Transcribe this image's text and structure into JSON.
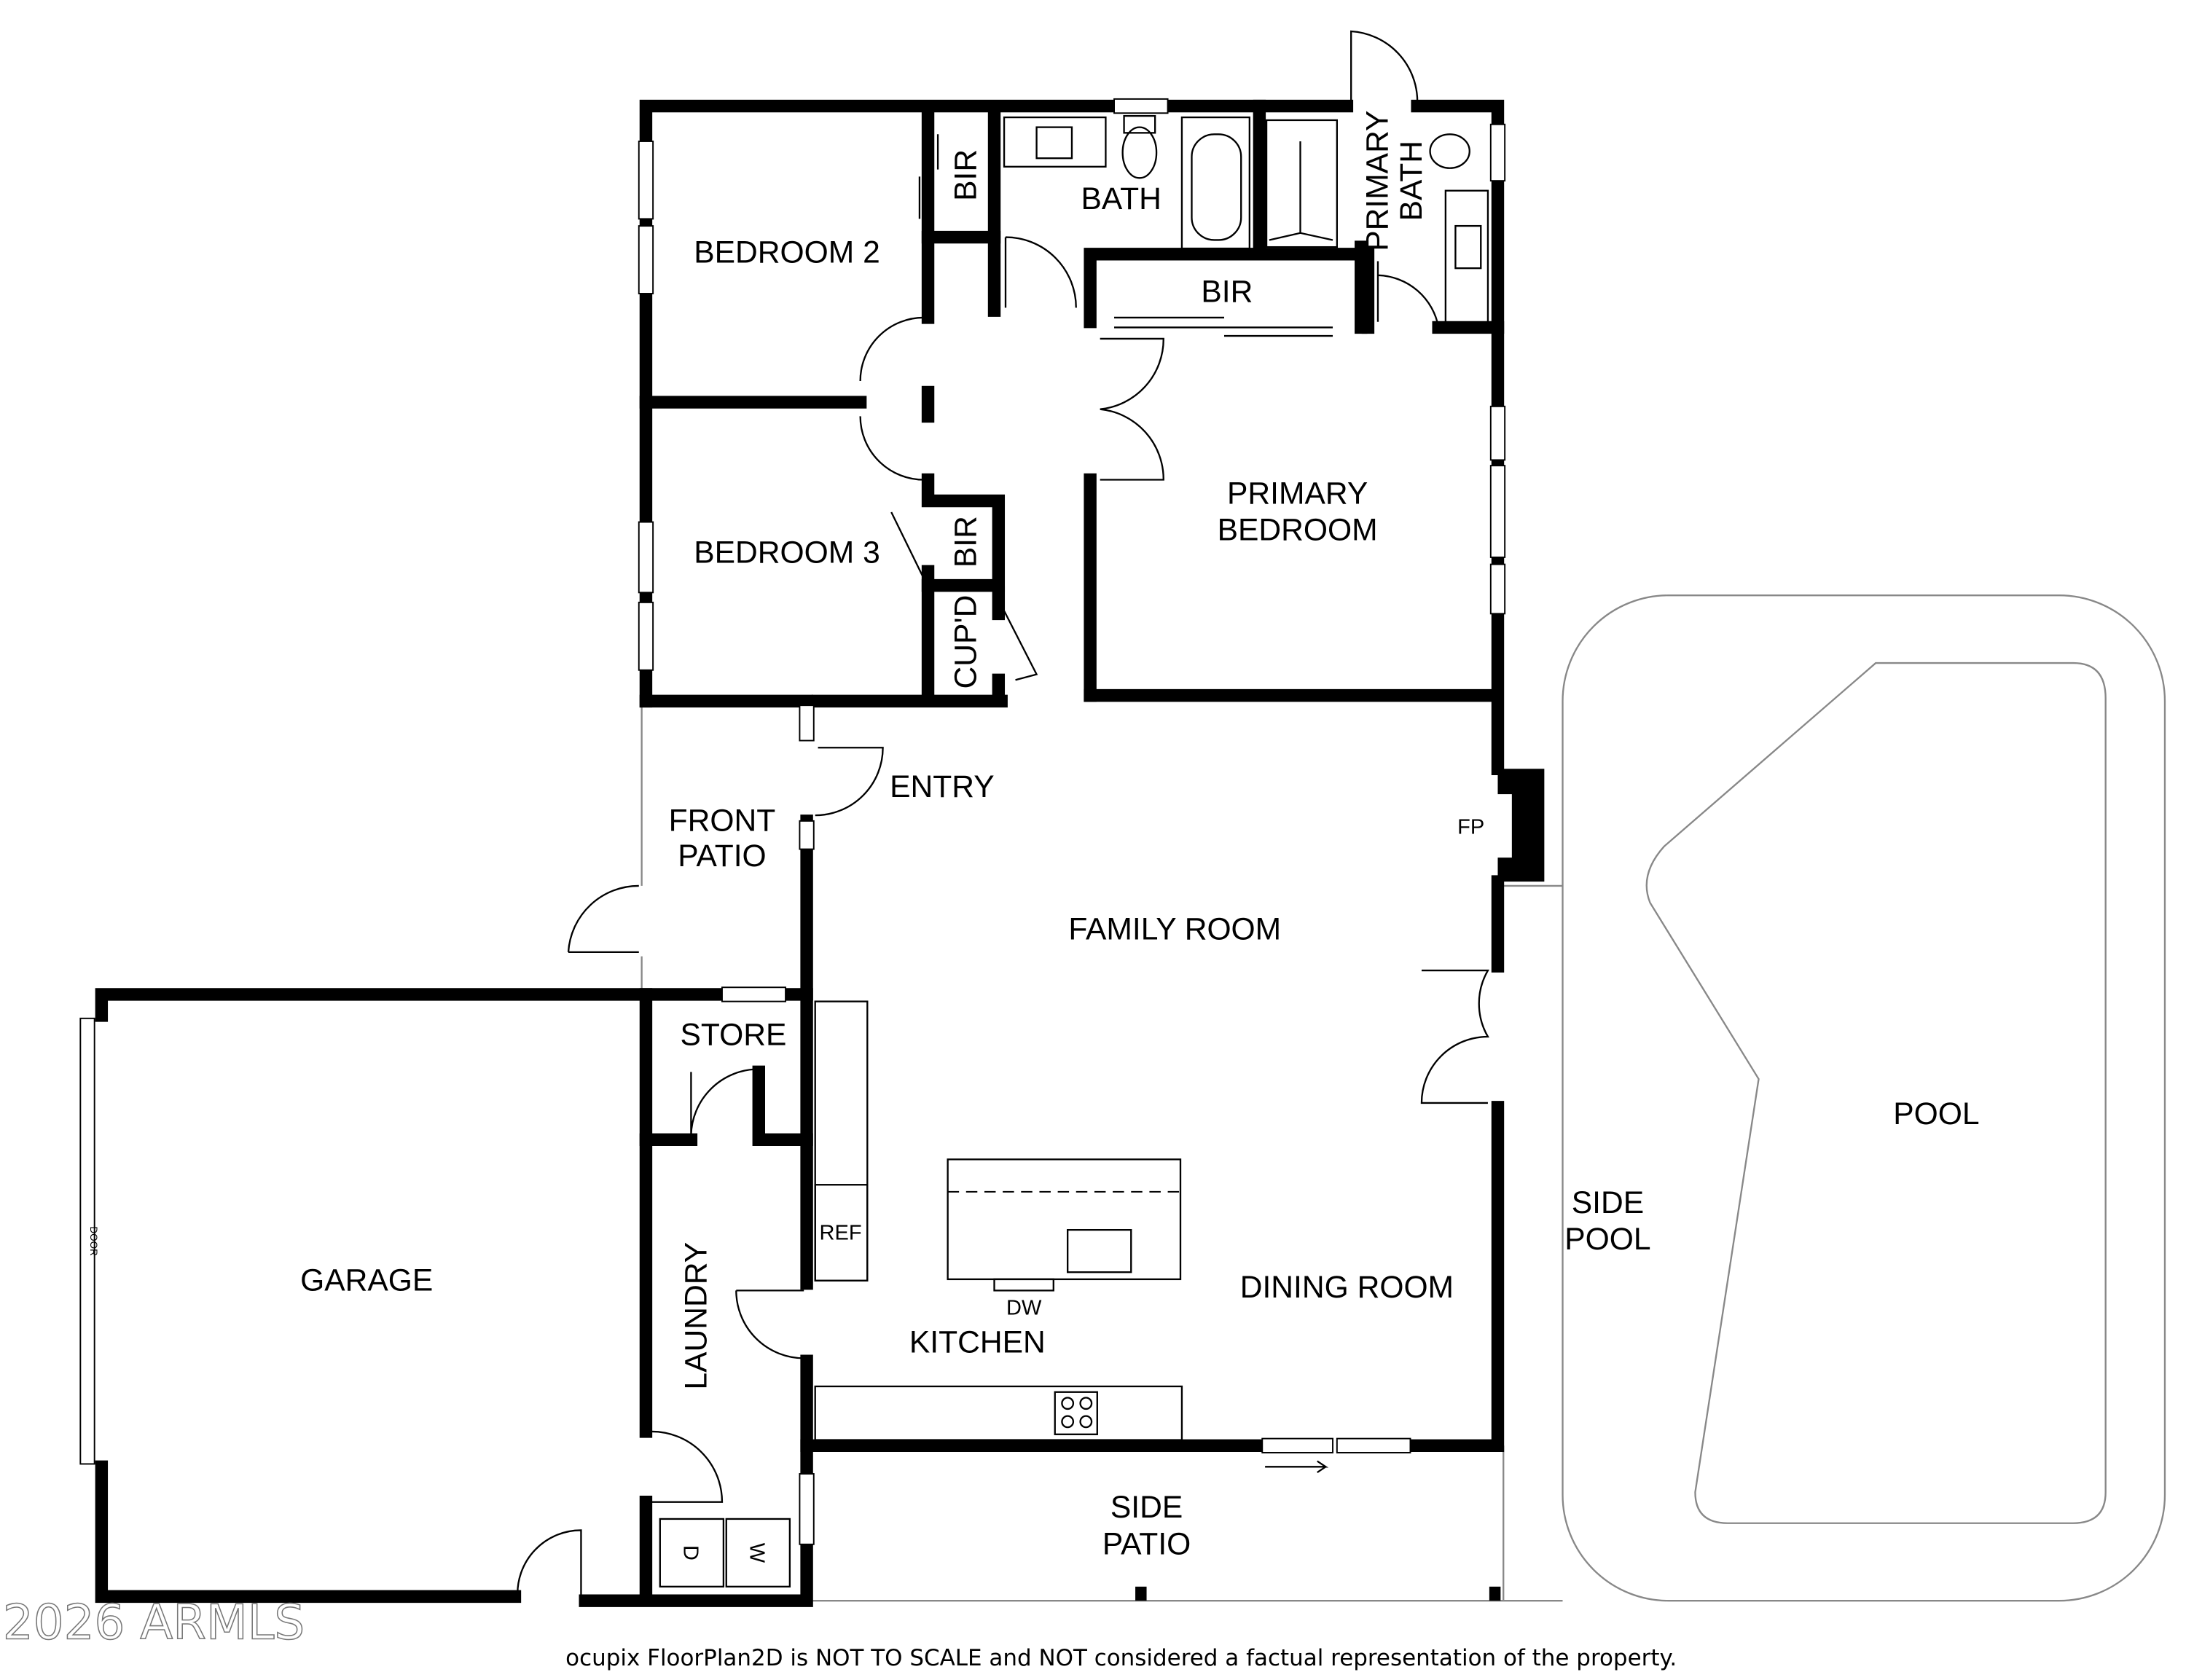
{
  "rooms": {
    "bedroom2": "BEDROOM 2",
    "bedroom3": "BEDROOM 3",
    "bir1": "BIR",
    "bir2": "BIR",
    "bir3": "BIR",
    "bath": "BATH",
    "primary_bath_1": "PRIMARY",
    "primary_bath_2": "BATH",
    "primary_bedroom_1": "PRIMARY",
    "primary_bedroom_2": "BEDROOM",
    "cupd": "CUP'D",
    "entry": "ENTRY",
    "front_patio_1": "FRONT",
    "front_patio_2": "PATIO",
    "family_room": "FAMILY ROOM",
    "fp": "FP",
    "store": "STORE",
    "garage": "GARAGE",
    "garage_door": "DOOR",
    "laundry": "LAUNDRY",
    "ref": "REF",
    "dw": "DW",
    "kitchen": "KITCHEN",
    "dining_room": "DINING ROOM",
    "side_pool_1": "SIDE",
    "side_pool_2": "POOL",
    "pool": "POOL",
    "side_patio_1": "SIDE",
    "side_patio_2": "PATIO",
    "dryer": "D",
    "washer": "W"
  },
  "watermark": "2026 ARMLS",
  "disclaimer": "ocupix FloorPlan2D is NOT TO SCALE and NOT considered a factual representation of the property."
}
